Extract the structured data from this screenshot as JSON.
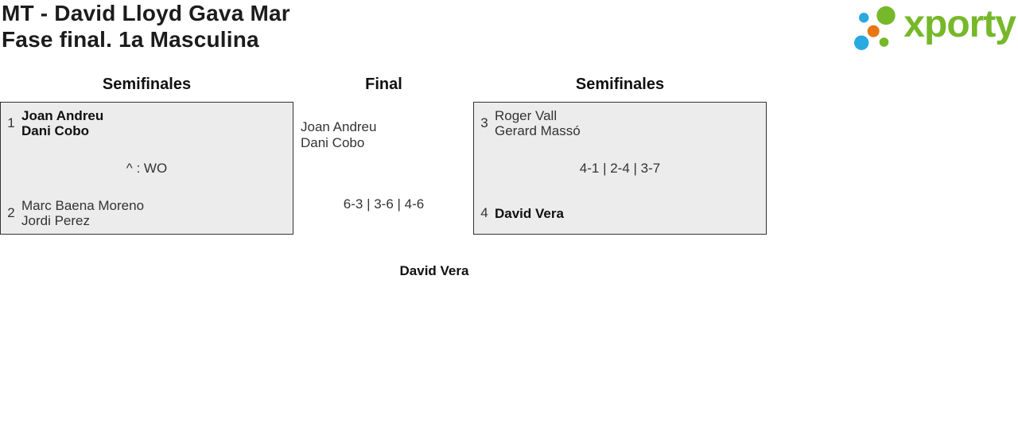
{
  "header": {
    "title_line1": "MT - David Lloyd Gava Mar",
    "title_line2": "Fase final. 1a Masculina"
  },
  "logo": {
    "brand": "xporty",
    "colors": {
      "green": "#76b82a",
      "blue": "#2aa8e0",
      "orange": "#e87613"
    }
  },
  "bracket": {
    "columns": [
      {
        "header": "Semifinales"
      },
      {
        "header": "Final"
      },
      {
        "header": "Semifinales"
      }
    ],
    "semifinal_left": {
      "seed_top": "1",
      "team_top_line1": "Joan Andreu",
      "team_top_line2": "Dani Cobo",
      "score": "^ : WO",
      "seed_bottom": "2",
      "team_bottom_line1": "Marc Baena Moreno",
      "team_bottom_line2": "Jordi Perez"
    },
    "final": {
      "team_line1": "Joan Andreu",
      "team_line2": "Dani Cobo",
      "score": "6-3 | 3-6 | 4-6"
    },
    "semifinal_right": {
      "seed_top": "3",
      "team_top_line1": "Roger Vall",
      "team_top_line2": "Gerard Massó",
      "score": "4-1 | 2-4 | 3-7",
      "seed_bottom": "4",
      "team_bottom_line1": "David Vera"
    },
    "champion": "David Vera"
  }
}
